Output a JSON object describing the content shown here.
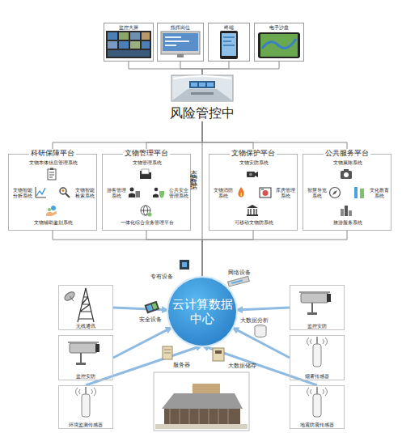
{
  "diagram": {
    "nodes": [
      {
        "text": [
          "监控大屏"
        ]
      },
      {
        "text": [
          "指挥岗位"
        ]
      },
      {
        "text": [
          "终端"
        ]
      },
      {
        "text": [
          "电子沙盘"
        ]
      },
      {
        "text": [
          "风险管控中"
        ]
      },
      {
        "text": [
          "科研保障平台"
        ]
      },
      {
        "text": [
          "文物本体信息管理系统"
        ],
        "in": 5
      },
      {
        "text": [
          "文物智能分析系统"
        ],
        "in": 5
      },
      {
        "text": [
          "文物智能检索系统"
        ],
        "in": 5
      },
      {
        "text": [
          "文物辅助鉴别系统"
        ],
        "in": 5
      },
      {
        "text": [
          "文物管理平台"
        ]
      },
      {
        "text": [
          "文物管理系统"
        ],
        "in": 10
      },
      {
        "text": [
          "游客管理系统"
        ],
        "in": 10
      },
      {
        "text": [
          "公共安全管理系统"
        ],
        "in": 10
      },
      {
        "text": [
          "一体化综合业务管理平台"
        ],
        "in": 10
      },
      {
        "text": [
          "文物保护平台"
        ]
      },
      {
        "text": [
          "文物安防系统"
        ],
        "in": 15
      },
      {
        "text": [
          "文物消防系统"
        ],
        "in": 15
      },
      {
        "text": [
          "库房管理系统"
        ],
        "in": 15
      },
      {
        "text": [
          "可移动文物防系统"
        ],
        "in": 15
      },
      {
        "text": [
          "公共服务平台"
        ]
      },
      {
        "text": [
          "文物展陈系统"
        ],
        "in": 20
      },
      {
        "text": [
          "智慧导览系统"
        ],
        "in": 20
      },
      {
        "text": [
          "文化教育系统"
        ],
        "in": 20
      },
      {
        "text": [
          "旅游服务系统"
        ],
        "in": 20
      },
      {
        "text": [
          "云计算数据中心"
        ]
      },
      {
        "text": [
          "无线通讯"
        ]
      },
      {
        "text": [
          "监控安防"
        ]
      },
      {
        "text": [
          "环境监测传感器"
        ]
      },
      {
        "text": [
          "监控安防"
        ]
      },
      {
        "text": [
          "烟雾传感器"
        ]
      },
      {
        "text": [
          "地震防震传感器"
        ]
      }
    ],
    "edges": [
      {
        "from": 0,
        "to": 4,
        "arrow": "none"
      },
      {
        "from": 1,
        "to": 4,
        "arrow": "none"
      },
      {
        "from": 2,
        "to": 4,
        "arrow": "none"
      },
      {
        "from": 3,
        "to": 4,
        "arrow": "none"
      },
      {
        "from": 4,
        "to": 25,
        "label": "态势数据",
        "arrow": "none"
      },
      {
        "from": 4,
        "to": 5,
        "arrow": "none"
      },
      {
        "from": 4,
        "to": 10,
        "arrow": "none"
      },
      {
        "from": 4,
        "to": 15,
        "arrow": "none"
      },
      {
        "from": 4,
        "to": 20,
        "arrow": "none"
      },
      {
        "from": 5,
        "to": 25,
        "arrow": "none"
      },
      {
        "from": 10,
        "to": 25,
        "arrow": "none"
      },
      {
        "from": 15,
        "to": 25,
        "arrow": "none"
      },
      {
        "from": 20,
        "to": 25,
        "arrow": "none"
      },
      {
        "from": 26,
        "to": 25,
        "arrow": "to"
      },
      {
        "from": 27,
        "to": 25,
        "arrow": "to"
      },
      {
        "from": 28,
        "to": 25,
        "arrow": "to"
      },
      {
        "from": 29,
        "to": 25,
        "arrow": "to"
      },
      {
        "from": 30,
        "to": 25,
        "arrow": "to"
      },
      {
        "from": 31,
        "to": 25,
        "arrow": "to"
      }
    ],
    "labels": [
      "专有设备",
      "网络设备",
      "安全设备",
      "大数据分析",
      "服务器",
      "大数据储存"
    ]
  }
}
